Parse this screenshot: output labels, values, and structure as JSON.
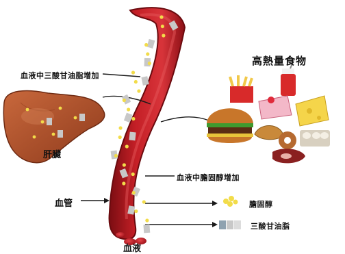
{
  "labels": {
    "blood_triglyceride_increase": "血液中三酸甘油脂增加",
    "high_calorie_food": "高熱量食物",
    "liver": "肝臟",
    "blood_vessel": "血管",
    "blood_cholesterol_increase": "血液中膽固醇增加",
    "cholesterol": "膽固醇",
    "triglyceride": "三酸甘油脂",
    "blood": "血液"
  },
  "colors": {
    "vessel_outer": "#a4141c",
    "vessel_inner": "#d42a30",
    "liver": "#b8542c",
    "cholesterol": "#f2dc4a",
    "triglyceride": "#c8c8c8"
  }
}
